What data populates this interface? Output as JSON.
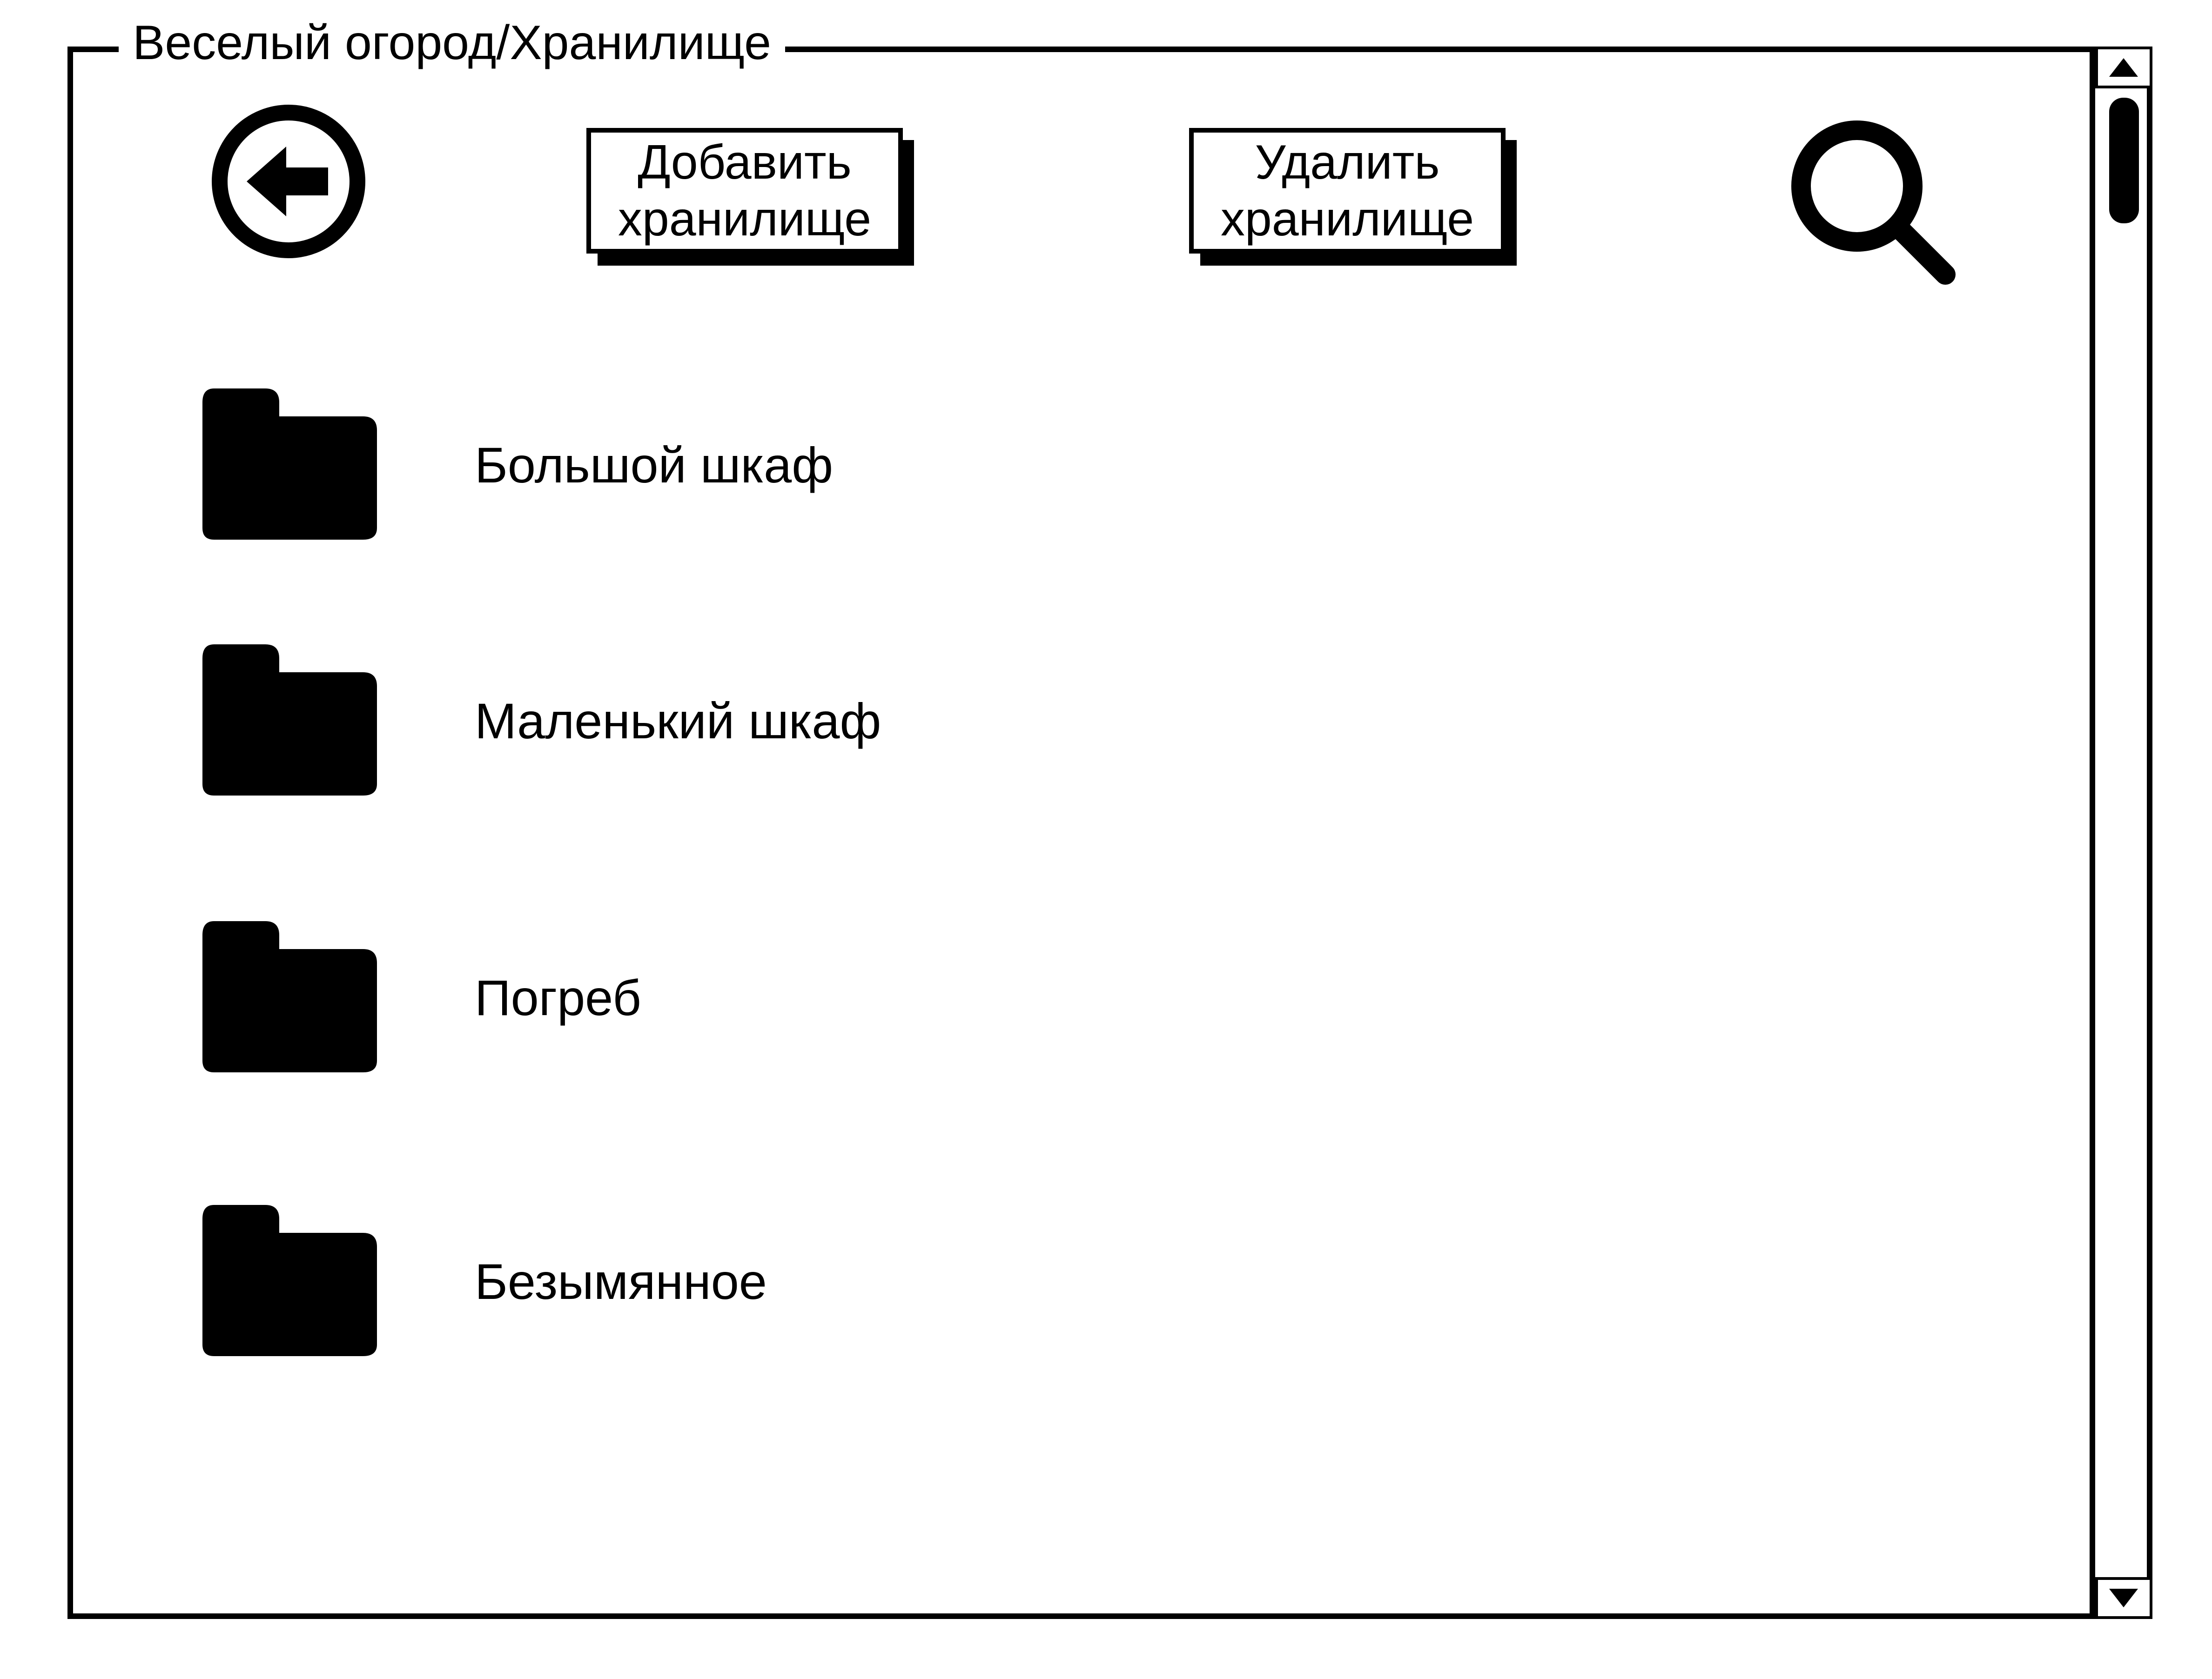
{
  "window": {
    "title": "Веселый огород/Хранилище"
  },
  "toolbar": {
    "back_icon": "back-arrow-circle-icon",
    "add_button": {
      "line1": "Добавить",
      "line2": "хранилище"
    },
    "delete_button": {
      "line1": "Удалить",
      "line2": "хранилище"
    },
    "search_icon": "magnifier-icon"
  },
  "storages": [
    {
      "label": "Большой шкаф",
      "icon": "folder-icon"
    },
    {
      "label": "Маленький шкаф",
      "icon": "folder-icon"
    },
    {
      "label": "Погреб",
      "icon": "folder-icon"
    },
    {
      "label": "Безымянное",
      "icon": "folder-icon"
    }
  ],
  "colors": {
    "ink": "#000000",
    "background": "#ffffff"
  }
}
